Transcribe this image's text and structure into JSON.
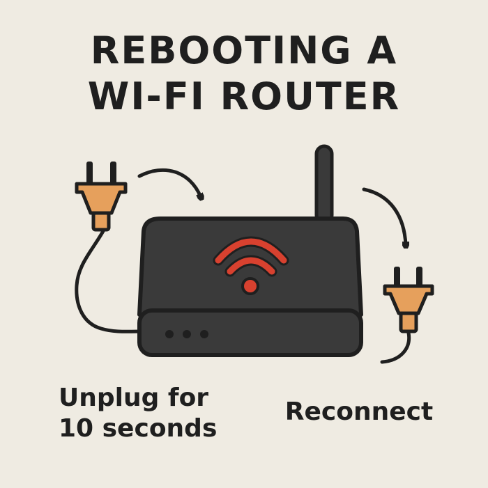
{
  "title": {
    "line1": "REBOOTING A",
    "line2": "WI-FI ROUTER"
  },
  "steps": [
    {
      "caption_line1": "Unplug for",
      "caption_line2": "10 seconds"
    },
    {
      "caption": "Reconnect"
    }
  ],
  "icons": {
    "left": "power-plug-icon",
    "router": "wifi-router-icon",
    "right": "power-plug-icon"
  },
  "colors": {
    "background": "#efebe2",
    "outline": "#1f1f1f",
    "router_body": "#3a3a3a",
    "plug_fill": "#e6a05c",
    "wifi_signal": "#d8412f"
  }
}
